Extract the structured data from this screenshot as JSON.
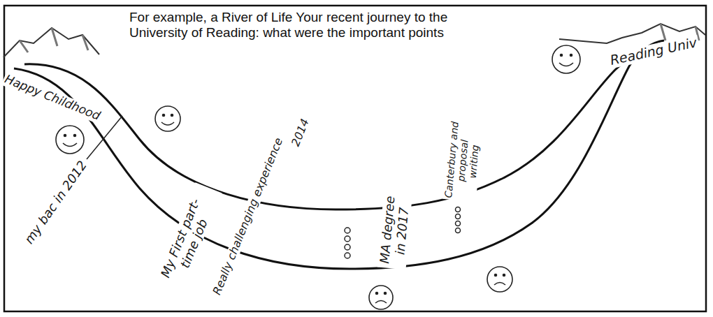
{
  "diagram": {
    "title": "For example, a River of Life Your recent journey to the University of Reading: what were the important points",
    "labels": [
      "Happy Childhood",
      "my bac in 2012",
      "My First part-time job",
      "2014",
      "Really challenging experience",
      "MA degree in 2017",
      "Canterbury and proposal writing",
      "Reading Univ"
    ]
  }
}
